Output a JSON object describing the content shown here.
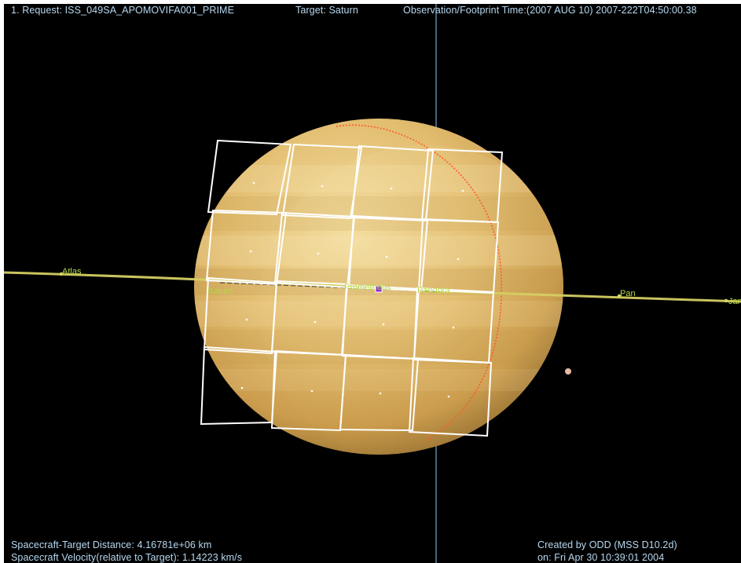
{
  "header": {
    "request": "1. Request: ISS_049SA_APOMOVIFA001_PRIME",
    "target": "Target: Saturn",
    "observation_time": "Observation/Footprint Time:(2007 AUG 10) 2007-222T04:50:00.38"
  },
  "labels": {
    "atlas": "Atlas",
    "saturn": "Saturn",
    "center_left": "Prometheus",
    "center_right": "Pandora",
    "pan": "Pan",
    "janus": "Janus"
  },
  "footer": {
    "distance": "Spacecraft-Target Distance: 4.16781e+06 km",
    "velocity": "Spacecraft Velocity(relative to Target): 1.14223 km/s",
    "created_by": "Created by ODD (MSS D10.2d)",
    "created_on": "on: Fri Apr 30 10:39:01 2004"
  },
  "colors": {
    "background": "#000000",
    "hud_text": "#b7d8f0",
    "ring_line": "#d4cf63",
    "moon_label": "#b8d84a",
    "footprint": "#ffffff",
    "terminator": "#ff5a2a",
    "crosshair": "#5d8fb3",
    "planet_light": "#f3dd9f",
    "planet_dark": "#c3953e"
  },
  "icons": {
    "target_marker": "square-marker-icon",
    "distant_moon": "moon-dot-icon"
  }
}
